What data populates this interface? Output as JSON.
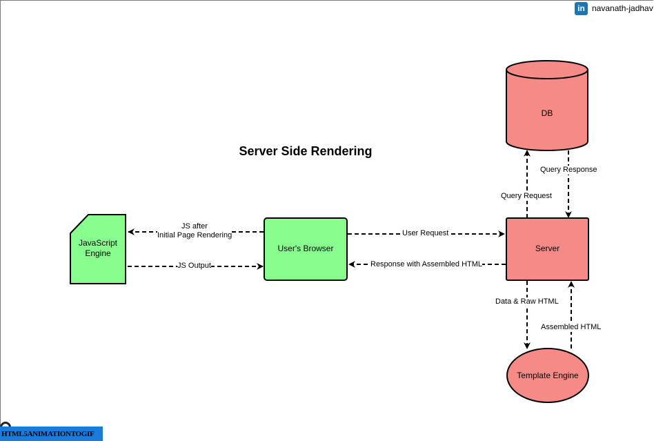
{
  "title": "Server Side Rendering",
  "header": {
    "linkedin_icon_text": "in",
    "linkedin_name": "navanath-jadhav"
  },
  "watermark": "HTML5ANIMATIONTOGIF",
  "colors": {
    "green_fill": "#88fe8f",
    "red_fill": "#f58a86",
    "stroke": "#000000",
    "linkedin_blue": "#1c75b4",
    "watermark_blue": "#1a7bd8"
  },
  "nodes": {
    "js_engine": {
      "shape": "card",
      "label_line1": "JavaScript",
      "label_line2": "Engine"
    },
    "browser": {
      "shape": "rounded-rectangle",
      "label": "User's Browser"
    },
    "server": {
      "shape": "rectangle",
      "label": "Server"
    },
    "db": {
      "shape": "cylinder",
      "label": "DB"
    },
    "template": {
      "shape": "ellipse",
      "label": "Template Engine"
    }
  },
  "edges": {
    "js_after": {
      "from": "browser",
      "to": "js_engine",
      "label_line1": "JS after",
      "label_line2": "Initial Page Rendering"
    },
    "js_output": {
      "from": "js_engine",
      "to": "browser",
      "label": "JS Output"
    },
    "user_request": {
      "from": "browser",
      "to": "server",
      "label": "User Request"
    },
    "response": {
      "from": "server",
      "to": "browser",
      "label": "Response with Assembled HTML"
    },
    "query_request": {
      "from": "server",
      "to": "db",
      "label": "Query Request"
    },
    "query_response": {
      "from": "db",
      "to": "server",
      "label": "Query Response"
    },
    "data_raw": {
      "from": "server",
      "to": "template",
      "label": "Data & Raw HTML"
    },
    "assembled": {
      "from": "template",
      "to": "server",
      "label": "Assembled HTML"
    }
  }
}
